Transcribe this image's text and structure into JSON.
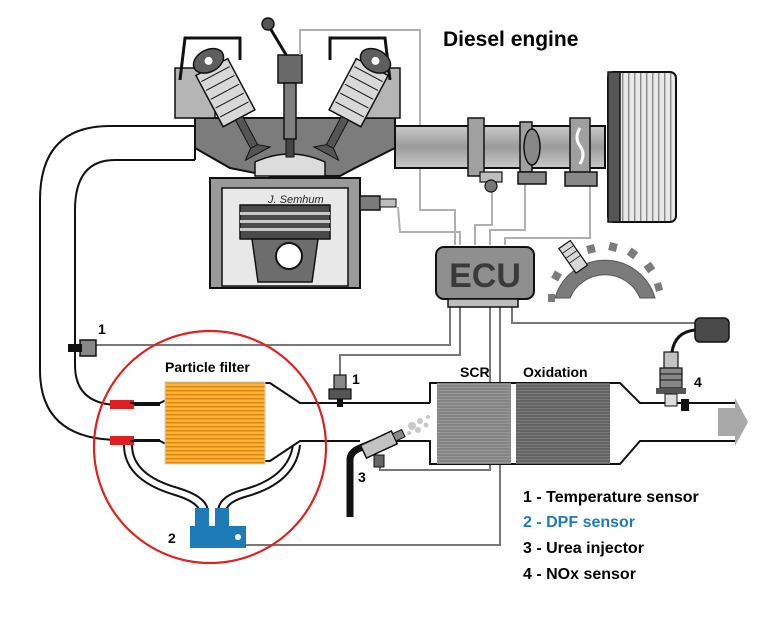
{
  "title": "Diesel engine",
  "ecu_label": "ECU",
  "engine_signature": "J. Semhum",
  "components": {
    "particle_filter": "Particle filter",
    "scr": "SCR",
    "oxidation": "Oxidation"
  },
  "callouts": {
    "temp_sensor_upper": "1",
    "temp_sensor_lower": "1",
    "dpf_sensor": "2",
    "urea_injector": "3",
    "nox_sensor": "4"
  },
  "legend": [
    {
      "label": "1 - Temperature sensor",
      "color": "#000000"
    },
    {
      "label": "2 - DPF sensor",
      "color": "#1f7ab8"
    },
    {
      "label": "3 - Urea injector",
      "color": "#000000"
    },
    {
      "label": "4 - NOx sensor",
      "color": "#000000"
    }
  ],
  "colors": {
    "highlight_circle": "#e02020",
    "dpf_sensor": "#1f7ab8",
    "filter_core": "#f6a21f",
    "hot_gas": "#e02020",
    "metal_dark": "#555555",
    "metal_light": "#b9b9b9"
  }
}
